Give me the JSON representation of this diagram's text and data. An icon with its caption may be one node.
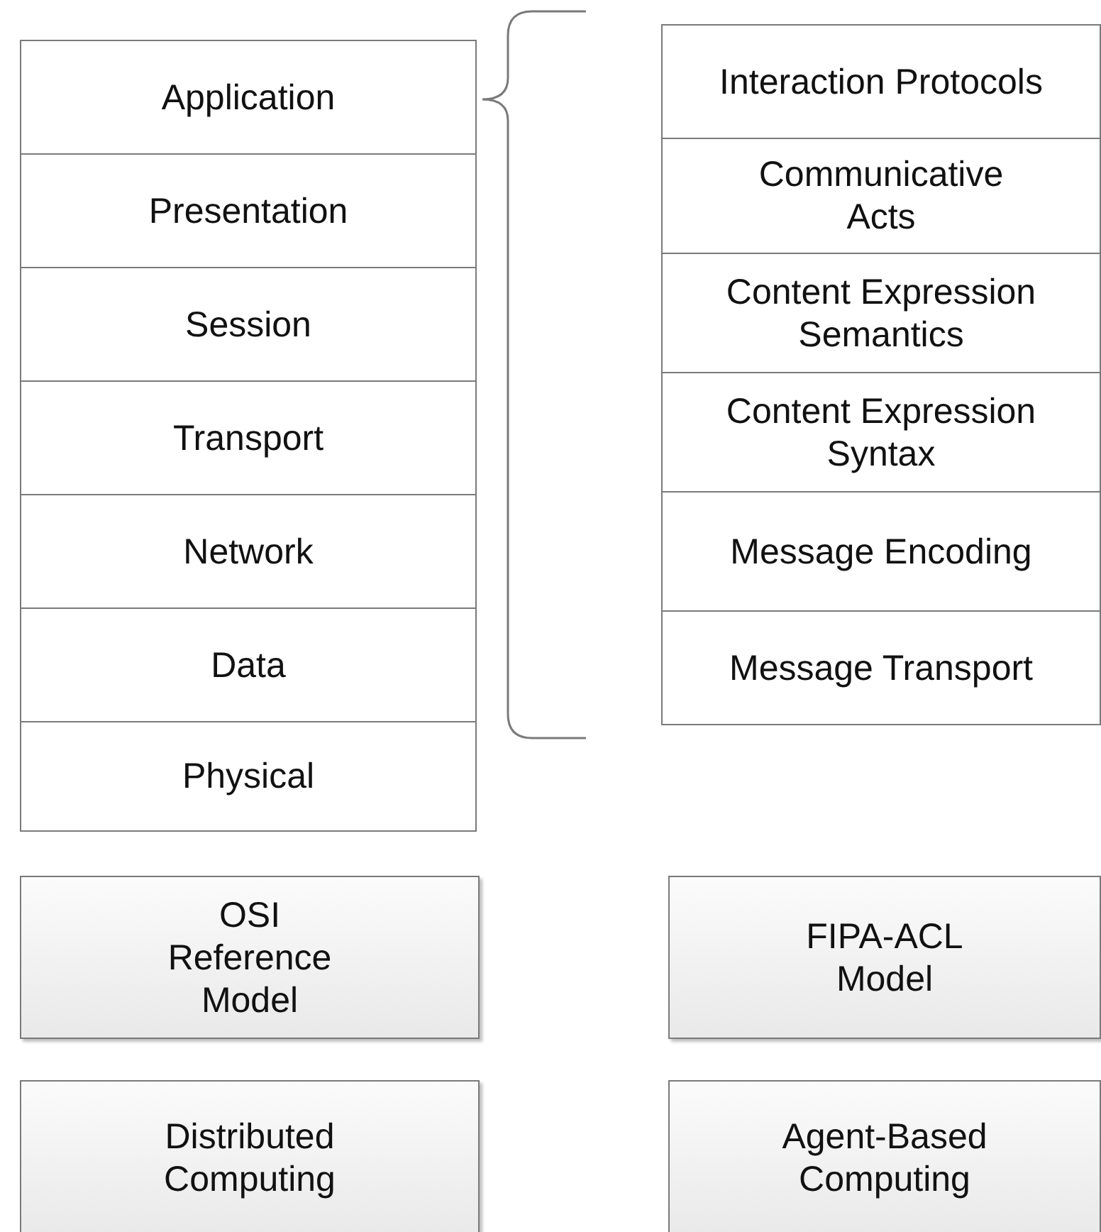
{
  "diagram": {
    "nodes": [
      {
        "text": [
          "Application"
        ]
      },
      {
        "text": [
          "Presentation"
        ]
      },
      {
        "text": [
          "Session"
        ]
      },
      {
        "text": [
          "Transport"
        ]
      },
      {
        "text": [
          "Network"
        ]
      },
      {
        "text": [
          "Data"
        ]
      },
      {
        "text": [
          "Physical"
        ]
      },
      {
        "text": [
          "Interaction Protocols"
        ]
      },
      {
        "text": [
          "Communicative Acts"
        ]
      },
      {
        "text": [
          "Content Expression Semantics"
        ]
      },
      {
        "text": [
          "Content Expression Syntax"
        ]
      },
      {
        "text": [
          "Message Encoding"
        ]
      },
      {
        "text": [
          "Message Transport"
        ]
      },
      {
        "text": [
          "OSI Reference Model"
        ]
      },
      {
        "text": [
          "FIPA-ACL Model"
        ]
      },
      {
        "text": [
          "Distributed Computing"
        ]
      },
      {
        "text": [
          "Agent-Based Computing"
        ]
      }
    ]
  }
}
